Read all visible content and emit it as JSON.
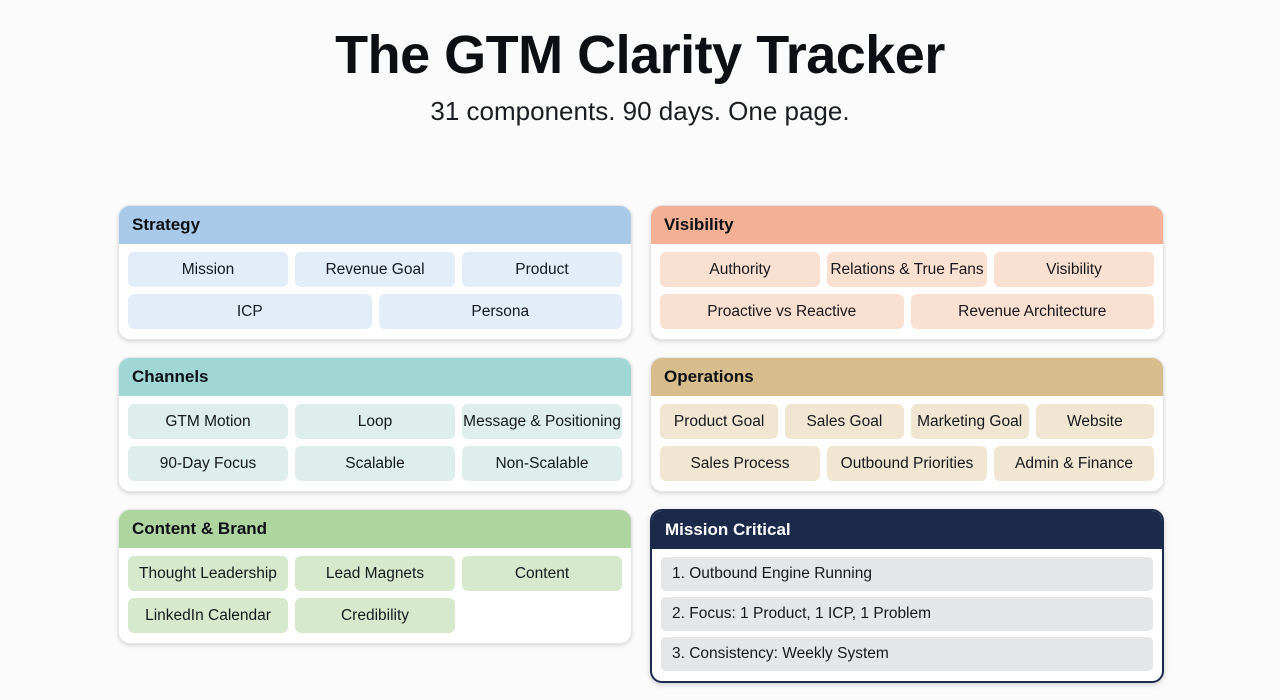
{
  "header": {
    "title": "The GTM Clarity Tracker",
    "subtitle": "31 components. 90 days. One page."
  },
  "cards": [
    {
      "id": "strategy",
      "title": "Strategy",
      "header_color": "#a8c9e8",
      "chip_color": "#e3edf8",
      "rows": [
        [
          "Mission",
          "Revenue Goal",
          "Product"
        ],
        [
          "ICP",
          "Persona"
        ]
      ]
    },
    {
      "id": "visibility",
      "title": "Visibility",
      "header_color": "#f2b194",
      "chip_color": "#fae0d0",
      "rows": [
        [
          "Authority",
          "Relations & True Fans",
          "Visibility"
        ],
        [
          "Proactive vs Reactive",
          "Revenue Architecture"
        ]
      ]
    },
    {
      "id": "channels",
      "title": "Channels",
      "header_color": "#a0d6d4",
      "chip_color": "#ddeeec",
      "rows": [
        [
          "GTM Motion",
          "Loop",
          "Message & Positioning"
        ],
        [
          "90-Day Focus",
          "Scalable",
          "Non-Scalable"
        ]
      ]
    },
    {
      "id": "operations",
      "title": "Operations",
      "header_color": "#d8bd8c",
      "chip_color": "#f0e6d2",
      "rows": [
        [
          "Product Goal",
          "Sales Goal",
          "Marketing Goal",
          "Website"
        ],
        [
          "Sales Process",
          "Outbound Priorities",
          "Admin & Finance"
        ]
      ]
    },
    {
      "id": "content-brand",
      "title": "Content & Brand",
      "header_color": "#aed4a0",
      "chip_color": "#d6e9cc",
      "rows": [
        [
          "Thought Leadership",
          "Lead Magnets",
          "Content"
        ],
        [
          "LinkedIn Calendar",
          "Credibility",
          ""
        ]
      ]
    },
    {
      "id": "mission-critical",
      "title": "Mission Critical",
      "header_color": "#1b2a4a",
      "chip_color": "#e4e6e9",
      "list": [
        "1. Outbound Engine Running",
        "2. Focus: 1 Product, 1 ICP, 1 Problem",
        "3. Consistency: Weekly System"
      ]
    }
  ]
}
